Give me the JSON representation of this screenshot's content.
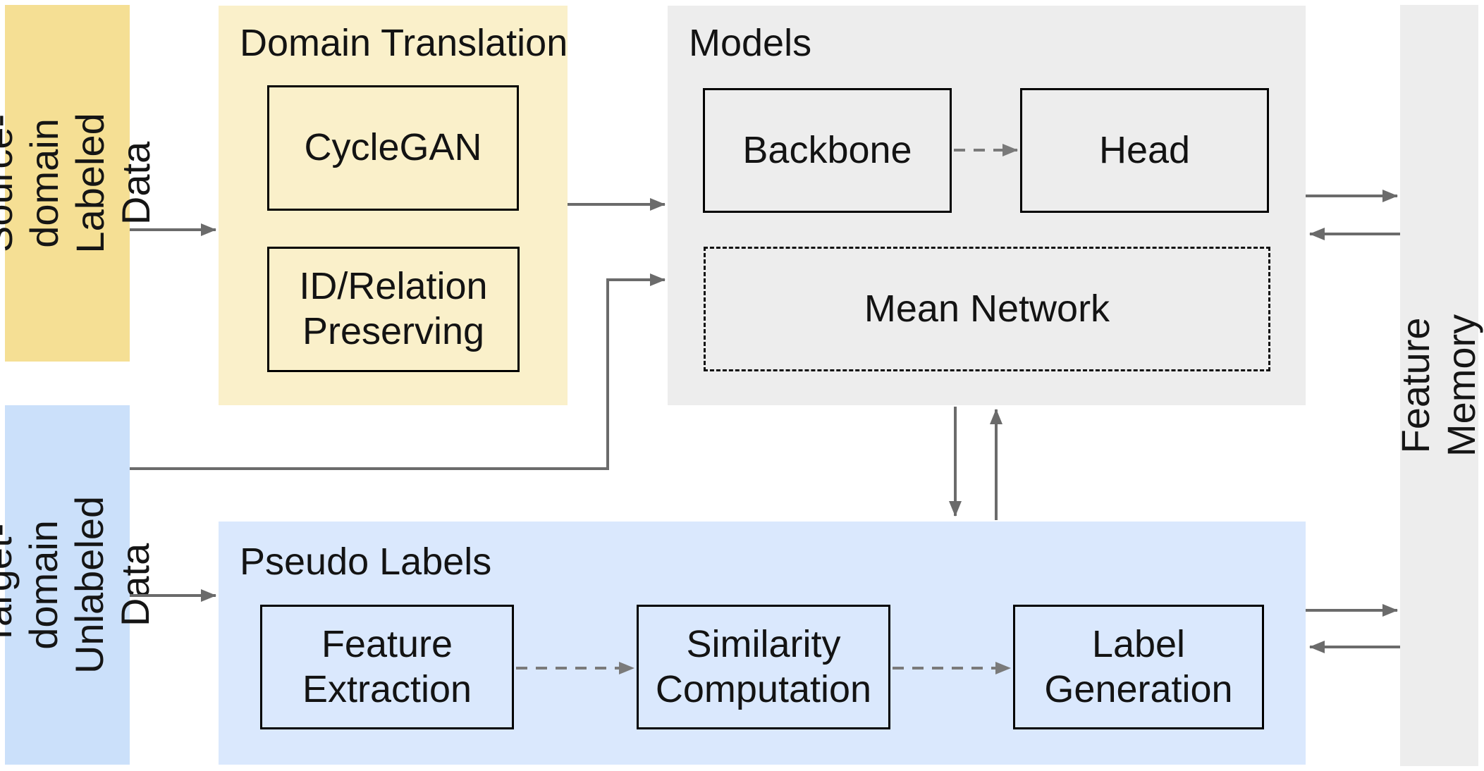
{
  "diagram": {
    "bars": {
      "source": {
        "label": "Source-domain\nLabeled Data"
      },
      "target": {
        "label": "Target-domain\nUnlabeled Data"
      },
      "memory": {
        "label": "Feature Memory"
      }
    },
    "panels": {
      "translation": {
        "title": "Domain Translation",
        "boxes": {
          "cyclegan": "CycleGAN",
          "id_relation": "ID/Relation\nPreserving"
        }
      },
      "models": {
        "title": "Models",
        "boxes": {
          "backbone": "Backbone",
          "head": "Head",
          "mean_network": "Mean Network"
        }
      },
      "pseudo": {
        "title": "Pseudo Labels",
        "boxes": {
          "feature_extraction": "Feature\nExtraction",
          "similarity_computation": "Similarity\nComputation",
          "label_generation": "Label\nGeneration"
        }
      }
    },
    "colors": {
      "source_bar": "#F5DF94",
      "translation_panel": "#FAF0CA",
      "target_bar": "#CBE0FA",
      "pseudo_panel": "#DAE8FD",
      "gray_panel": "#EDEDED",
      "arrow_solid": "#6b6b6b",
      "arrow_dashed": "#7a7a7a",
      "box_border": "#000000"
    }
  }
}
